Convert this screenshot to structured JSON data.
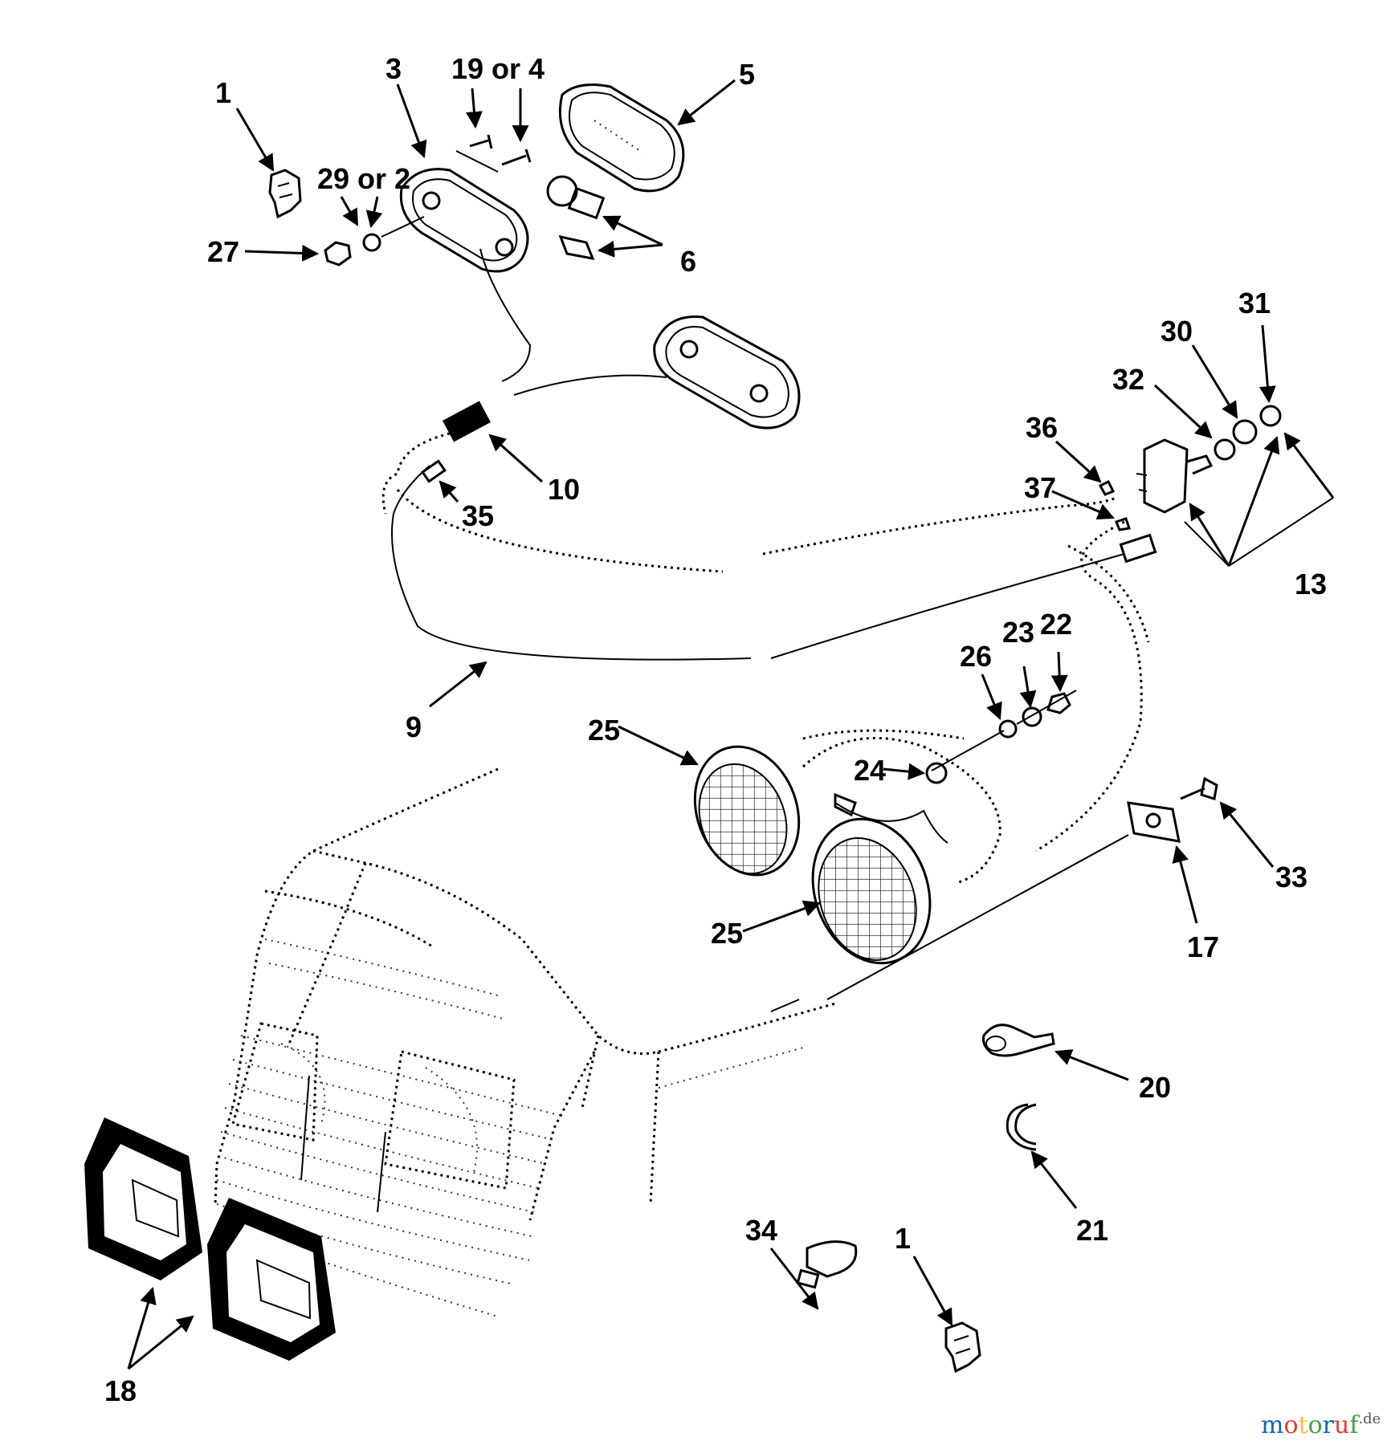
{
  "labels": {
    "l1a": "1",
    "l3": "3",
    "l19": "19 or 4",
    "l5": "5",
    "l29": "29 or 2",
    "l27": "27",
    "l6": "6",
    "l10": "10",
    "l35": "35",
    "l31": "31",
    "l30": "30",
    "l32": "32",
    "l36": "36",
    "l37": "37",
    "l13": "13",
    "l26": "26",
    "l23": "23",
    "l22": "22",
    "l9": "9",
    "l25a": "25",
    "l24": "24",
    "l25b": "25",
    "l33": "33",
    "l17": "17",
    "l20": "20",
    "l21": "21",
    "l34": "34",
    "l1b": "1",
    "l18": "18"
  },
  "watermark": {
    "text_main": "motoruf",
    "text_sup": ".de",
    "colors": [
      "#1565c0",
      "#e53935",
      "#fbc02d",
      "#43a047",
      "#1565c0",
      "#e53935",
      "#43a047"
    ]
  }
}
